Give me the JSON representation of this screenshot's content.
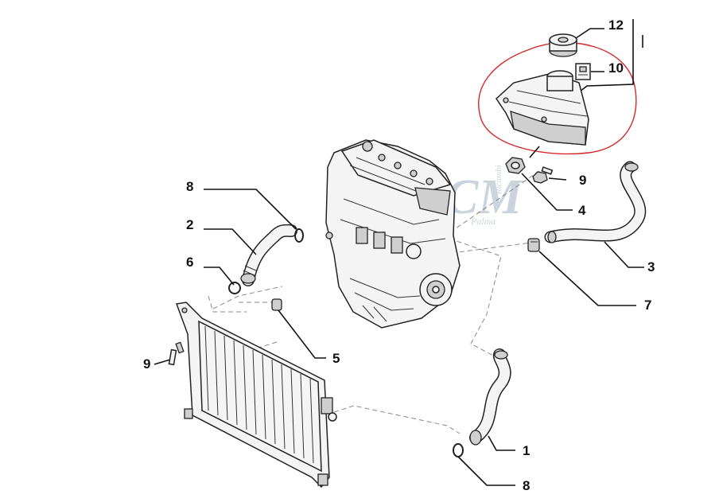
{
  "diagram": {
    "callouts": [
      {
        "id": "12",
        "text": "12"
      },
      {
        "id": "10",
        "text": "10"
      },
      {
        "id": "9a",
        "text": "9"
      },
      {
        "id": "4",
        "text": "4"
      },
      {
        "id": "8a",
        "text": "8"
      },
      {
        "id": "2",
        "text": "2"
      },
      {
        "id": "6",
        "text": "6"
      },
      {
        "id": "3",
        "text": "3"
      },
      {
        "id": "7",
        "text": "7"
      },
      {
        "id": "5",
        "text": "5"
      },
      {
        "id": "9b",
        "text": "9"
      },
      {
        "id": "1",
        "text": "1"
      },
      {
        "id": "8b",
        "text": "8"
      }
    ],
    "watermark": {
      "logo": "CM",
      "script_text": "Ricambi",
      "city_text": "Palma"
    },
    "colors": {
      "highlight": "#d62828",
      "ink": "#111111",
      "watermark": "#c9d4dc"
    }
  }
}
